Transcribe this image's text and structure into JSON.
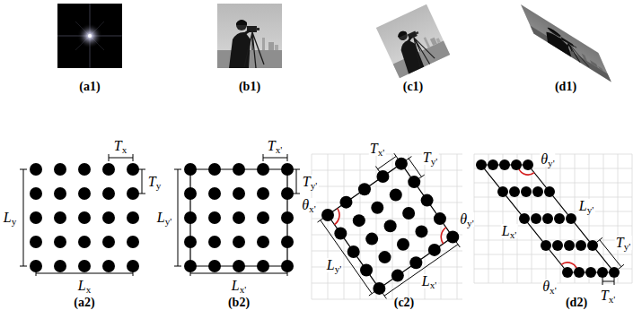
{
  "diagram": {
    "labels": [
      "(a1)",
      "(b1)",
      "(c1)",
      "(d1)",
      "Tx",
      "Ty",
      "Ly",
      "Lx",
      "(a2)",
      "Tx'",
      "Ty'",
      "Ly'",
      "Lx'",
      "(b2)",
      "Tx'",
      "Ty'",
      "θy'",
      "θx'",
      "Lx'",
      "Ly'",
      "(c2)",
      "Ly'",
      "θy'",
      "Lx'",
      "θx'",
      "Tx'",
      "Ty'",
      "(d2)"
    ]
  }
}
